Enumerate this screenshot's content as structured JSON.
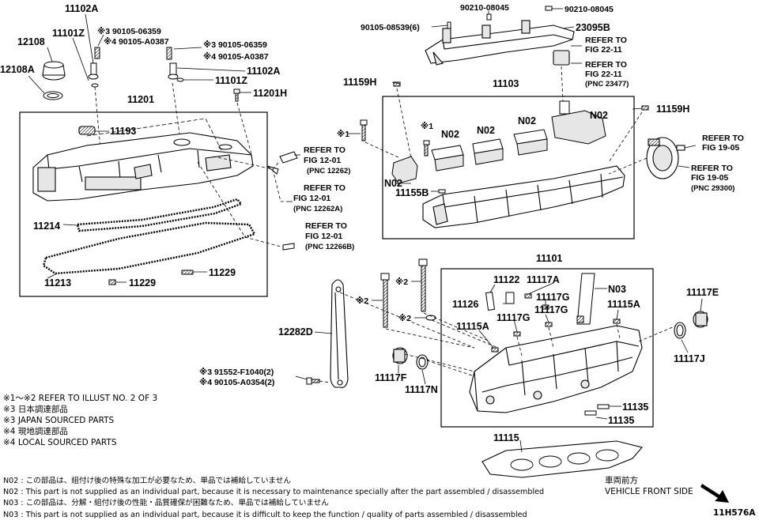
{
  "labels": {
    "p11102A_top": "11102A",
    "p11101Z_top": "11101Z",
    "p12108": "12108",
    "p12108A": "12108A",
    "b1": "※3 90105-06359",
    "b2": "※4 90105-A0387",
    "b3": "※3 90105-06359",
    "b4": "※4 90105-A0387",
    "p11101Z_mid": "11101Z",
    "p11102A_mid": "11102A",
    "p11201H": "11201H",
    "p11201": "11201",
    "p11193": "11193",
    "p11214": "11214",
    "p11213": "11213",
    "p11229a": "11229",
    "p11229b": "11229",
    "p90210a": "90210-08045",
    "p90210b": "90210-08045",
    "p90105_08539": "90105-08539(6)",
    "p23095B": "23095B",
    "p11159H_l": "11159H",
    "p11103": "11103",
    "p11159H_r": "11159H",
    "k1a": "※1",
    "k1b": "※1",
    "n02a": "N02",
    "n02b": "N02",
    "n02c": "N02",
    "n02d": "N02",
    "n02e": "N02",
    "p11155B": "11155B",
    "p11101": "11101",
    "p11122": "11122",
    "p11117A": "11117A",
    "n03": "N03",
    "p11126": "11126",
    "p11117G_a": "11117G",
    "p11117G_b": "11117G",
    "p11117G_c": "11117G",
    "p11115A_a": "11115A",
    "p11115A_b": "11115A",
    "p11117E": "11117E",
    "p11117J": "11117J",
    "k2a": "※2",
    "k2b": "※2",
    "k2c": "※2",
    "p12282D": "12282D",
    "p11117F": "11117F",
    "p11117N": "11117N",
    "p11135a": "11135",
    "p11135b": "11135",
    "p11115": "11115",
    "bolt_b": "※3 91552-F1040(2)",
    "bolt_c": "※4 90105-A0354(2)"
  },
  "refs": {
    "ref1_a": "REFER TO",
    "ref1_b": "FIG 12-01",
    "ref1_pnc": "(PNC 12262)",
    "ref2_a": "REFER TO",
    "ref2_b": "FIG 12-01",
    "ref2_pnc": "(PNC 12262A)",
    "ref3_a": "REFER TO",
    "ref3_b": "FIG 12-01",
    "ref3_pnc": "(PNC 12266B)",
    "ref4_a": "REFER TO",
    "ref4_b": "FIG 22-11",
    "ref5_a": "REFER TO",
    "ref5_b": "FIG 22-11",
    "ref5_pnc": "(PNC 23477)",
    "ref6_a": "REFER TO",
    "ref6_b": "FIG 19-05",
    "ref7_a": "REFER TO",
    "ref7_b": "FIG 19-05",
    "ref7_pnc": "(PNC 29300)"
  },
  "notes": [
    "※1～※2  REFER TO ILLUST NO. 2 OF 3",
    "※3 日本調達部品",
    "※3 JAPAN SOURCED PARTS",
    "※4 現地調達部品",
    "※4 LOCAL SOURCED PARTS"
  ],
  "footnotes": [
    "N02 : この部品は、組付け後の特殊な加工が必要なため、単品では補給していません",
    "N02 : This part is not supplied as an individual part, because it is necessary to maintenance specially after the part assembled / disassembled",
    "N03 : この部品は、分解・組付け後の性能・品質確保が困難なため、単品では補給していません",
    "N03 : This part is not supplied as an individual part, because it is difficult to keep the function / quality of parts  assembled / disassembled"
  ],
  "vehicle": {
    "jp": "車両前方",
    "en": "VEHICLE FRONT SIDE"
  },
  "figure_id": "11H576A",
  "colors": {
    "ink": "#000000",
    "part_fill": "#ffffff",
    "shade": "#d8d8d8"
  }
}
